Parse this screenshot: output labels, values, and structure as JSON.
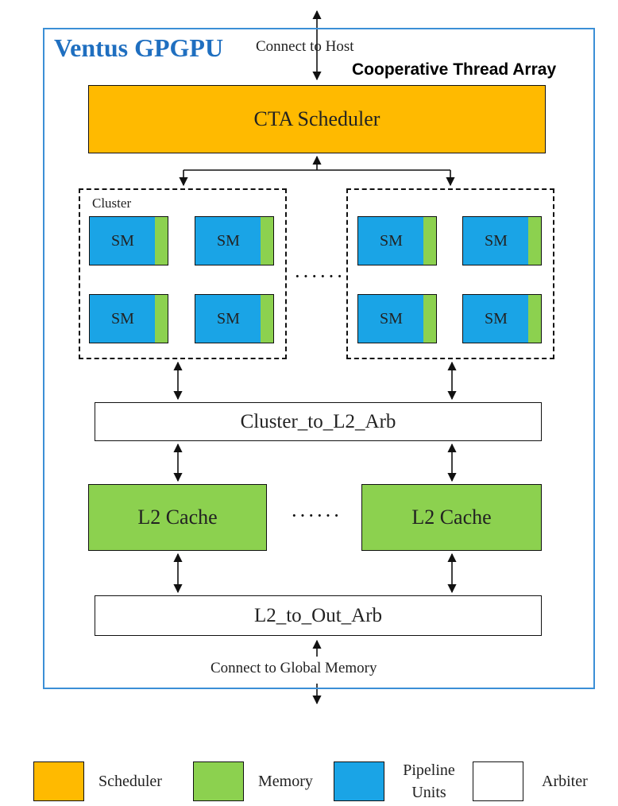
{
  "title": "Ventus GPGPU",
  "host_label": "Connect to Host",
  "cta_expansion": "Cooperative Thread Array",
  "scheduler_label": "CTA Scheduler",
  "cluster_label": "Cluster",
  "sm_label": "SM",
  "ellipsis": "······",
  "cluster_arbiter_label": "Cluster_to_L2_Arb",
  "l2_cache_label": "L2 Cache",
  "out_arbiter_label": "L2_to_Out_Arb",
  "global_memory_label": "Connect to Global Memory",
  "legend": [
    {
      "label": "Scheduler",
      "color": "#ffba00"
    },
    {
      "label": "Memory",
      "color": "#8cd14f"
    },
    {
      "label": "Pipeline Units",
      "color": "#1aa4e6"
    },
    {
      "label": "Arbiter",
      "color": "#ffffff"
    }
  ],
  "colors": {
    "border_accent": "#3b8fd6",
    "title": "#1f6fc0",
    "scheduler": "#ffba00",
    "memory": "#8cd14f",
    "pipeline": "#1aa4e6",
    "arbiter": "#ffffff"
  }
}
